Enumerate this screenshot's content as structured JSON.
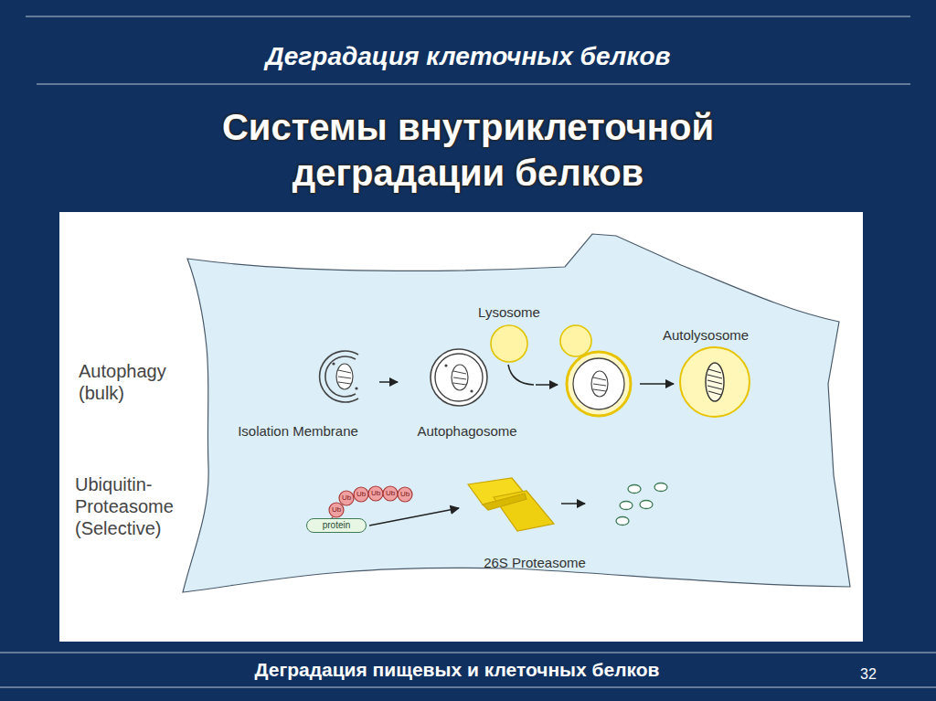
{
  "diagram": {
    "title": "Деградация клеточных белков",
    "caption": "Деградация пищевых и клеточных белков",
    "nodes": [
      {
        "text": [
          "Isolation Membrane"
        ]
      },
      {
        "text": [
          "Autophagosome"
        ]
      },
      {
        "text": [
          "Lysosome"
        ]
      },
      {
        "text": [
          "Autolysosome"
        ]
      },
      {
        "text": [
          "protein"
        ]
      },
      {
        "text": [
          "26S Proteasome"
        ]
      }
    ],
    "edges": [
      {
        "from": 0,
        "to": 1,
        "arrow": "to"
      },
      {
        "from": 4,
        "to": 5,
        "arrow": "to"
      }
    ],
    "labels": [
      "Системы внутриклеточной деградации белков",
      "Autophagy (bulk)",
      "Ubiquitin- Proteasome (Selective)",
      "Ub",
      "Ub",
      "Ub",
      "Ub",
      "Ub",
      "Ub",
      "32"
    ]
  }
}
